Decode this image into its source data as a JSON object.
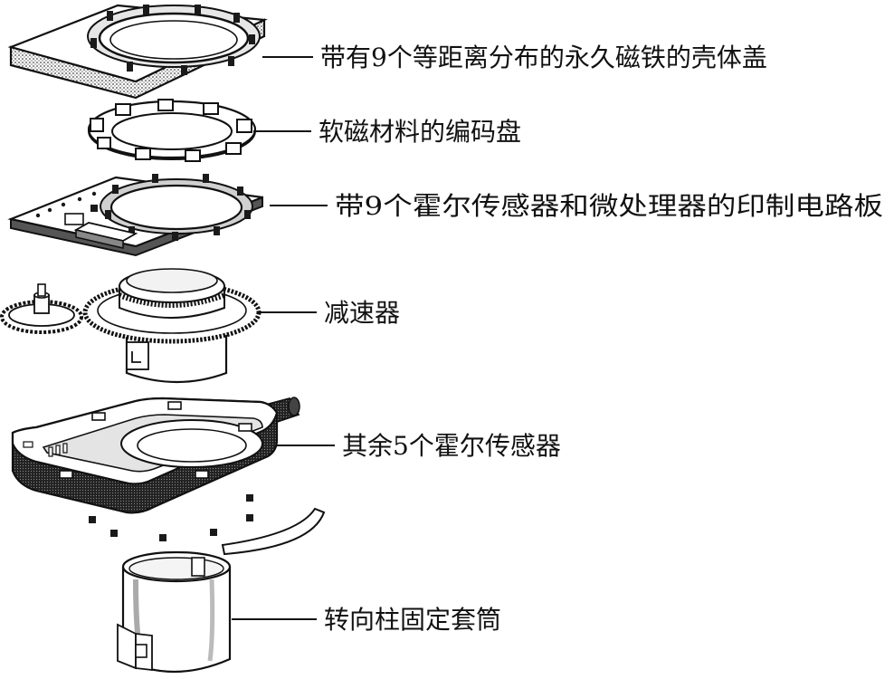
{
  "colors": {
    "ink": "#111111",
    "paper": "#ffffff",
    "shade": "#d8d8d8",
    "dark": "#2a2a2a"
  },
  "labels": {
    "housing_cover": "带有9个等距离分布的永久磁铁的壳体盖",
    "code_disc": "软磁材料的编码盘",
    "pcb": "带9个霍尔传感器和微处理器的印制电路板",
    "reducer": "减速器",
    "remaining_sensors": "其余5个霍尔传感器",
    "steering_sleeve": "转向柱固定套筒"
  }
}
